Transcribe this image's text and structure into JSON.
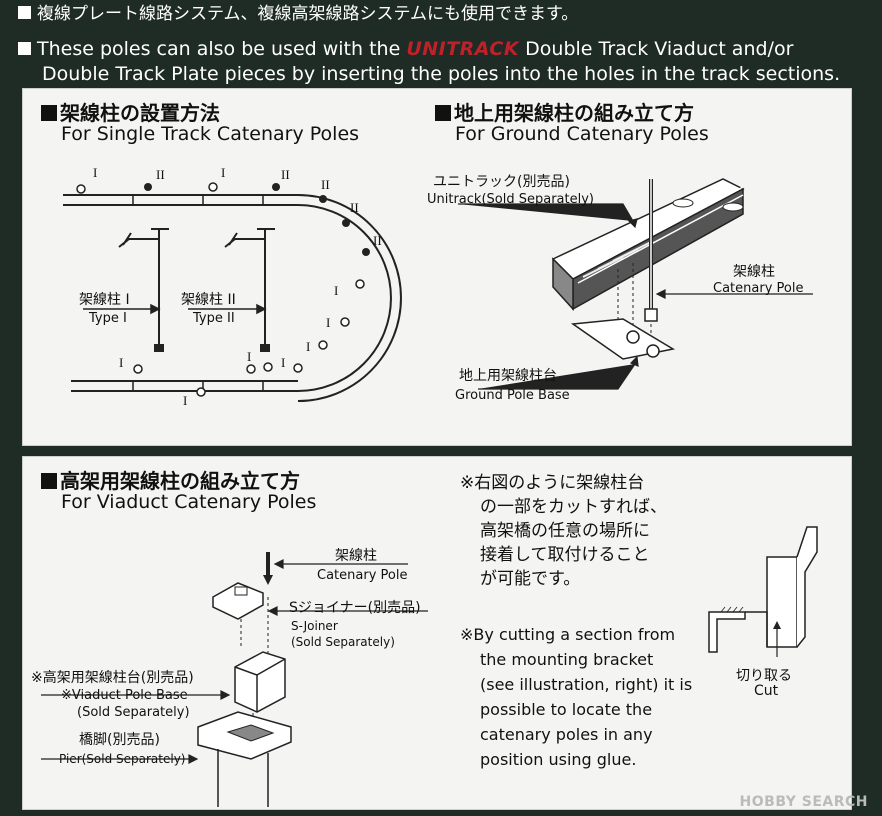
{
  "header": {
    "line_jp": "複線プレート線路システム、複線高架線路システムにも使用できます。",
    "line_en_1a": "These poles can also be used with the",
    "brand": "UNITRACK",
    "line_en_1b": "Double Track Viaduct and/or",
    "line_en_2": "Double Track Plate pieces by inserting the poles into the holes in the track sections."
  },
  "single": {
    "title_jp": "架線柱の設置方法",
    "title_en": "For Single Track Catenary Poles",
    "type1_jp": "架線柱 I",
    "type1_en": "Type I",
    "type2_jp": "架線柱 II",
    "type2_en": "Type II",
    "marks": {
      "one": "I",
      "two": "II"
    }
  },
  "ground": {
    "title_jp": "地上用架線柱の組み立て方",
    "title_en": "For Ground  Catenary Poles",
    "unitrack_jp": "ユニトラック(別売品)",
    "unitrack_en": "Unitrack(Sold Separately)",
    "pole_jp": "架線柱",
    "pole_en": "Catenary Pole",
    "base_jp": "地上用架線柱台",
    "base_en": "Ground Pole Base"
  },
  "viaduct": {
    "title_jp": "高架用架線柱の組み立て方",
    "title_en": "For Viaduct Catenary Poles",
    "pole_jp": "架線柱",
    "pole_en": "Catenary Pole",
    "sjoiner_jp": "Sジョイナー(別売品)",
    "sjoiner_en1": "S-Joiner",
    "sjoiner_en2": "(Sold Separately)",
    "base_jp": "※高架用架線柱台(別売品)",
    "base_en1": "※Viaduct Pole Base",
    "base_en2": "(Sold Separately)",
    "pier_jp": "橋脚(別売品)",
    "pier_en": "Pier(Sold Separately)",
    "note_jp": [
      "※右図のように架線柱台",
      "の一部をカットすれば、",
      "高架橋の任意の場所に",
      "接着して取付けること",
      "が可能です。"
    ],
    "note_en": [
      "※By cutting a section from",
      "the mounting bracket",
      "(see illustration, right) it is",
      "possible to locate the",
      "catenary poles in any",
      "position using glue."
    ],
    "cut_jp": "切り取る",
    "cut_en": "Cut"
  },
  "watermark": "HOBBY SEARCH"
}
